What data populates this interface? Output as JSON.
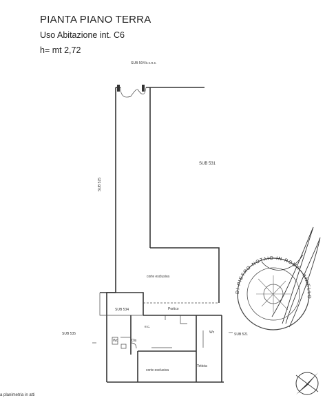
{
  "header": {
    "title": "PIANTA PIANO TERRA",
    "subtitle": "Uso Abitazione int. C6",
    "height": "h= mt 2,72"
  },
  "labels": {
    "sub_504": "SUB 504 b.c.n.c.",
    "sub_531": "SUB 531",
    "sub_525": "SUB 525",
    "corte_esclusiva_upper": "corte esclusiva",
    "sub_534": "SUB 534",
    "portico": "Portico",
    "ec": "e.c.",
    "wc_left": "Wc",
    "dis": "Dis",
    "wc_right": "Wc",
    "sub_535": "SUB 535",
    "sub_521": "SUB 521",
    "corte_esclusiva_lower": "corte esclusiva",
    "tettoia": "Tettoia"
  },
  "stamp": {
    "ring_text": "DI PIETRO NOTAIO IN ROMA · ANIELLO"
  },
  "footnote": "a planimetria in atti",
  "colors": {
    "ink": "#333333",
    "background": "#ffffff"
  }
}
